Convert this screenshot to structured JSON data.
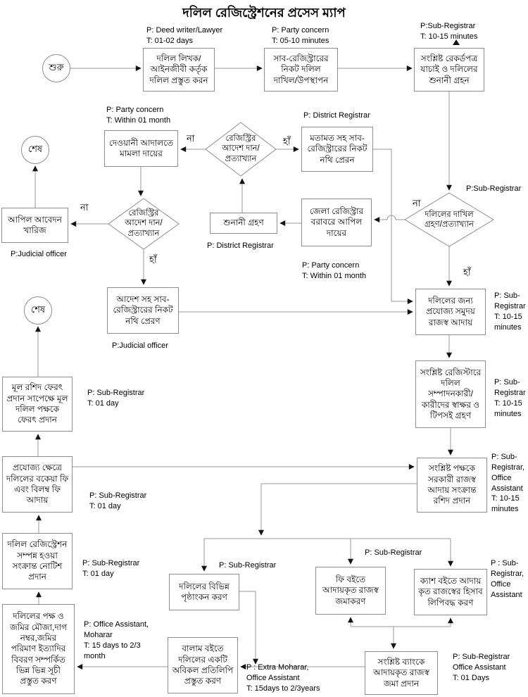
{
  "title": "দলিল রেজিস্ট্রেশনের প্রসেস ম্যাপ",
  "colors": {
    "line": "#9a9a9a",
    "arrow": "#151515",
    "text": "#000000",
    "background": "#ffffff"
  },
  "labels": {
    "yes": "হাঁ",
    "no": "না"
  },
  "nodes": {
    "start": {
      "label": "শুরু"
    },
    "end_top": {
      "label": "শেষ"
    },
    "end_mid": {
      "label": "শেষ"
    },
    "prepare_deed": {
      "label": "দলিল লিখক/\nআইনজীবী কর্তৃক\nদলিল প্রস্তুত করন"
    },
    "submit_deed": {
      "label": "সাব-রেজিস্ট্রারের\nনিকট দলিল\nদাখিল/উপস্থাপন"
    },
    "verify_records": {
      "label": "সংশ্লিষ্ট রেকর্ডপত্র\nযাচাই ও দলিলের\nশুনানী গ্রহন"
    },
    "civil_case": {
      "label": "দেওয়ানী আদালতে\nমামলা দায়ের"
    },
    "registry_order_1": {
      "label": "রেজিস্ট্রির\nআদেশ দান/\nপ্রত্যাখ্যান"
    },
    "send_with_opinion": {
      "label": "মতামত সহ সাব-\nরেজিস্ট্রারের নিকট\nনথি প্রেরন"
    },
    "accept_reject": {
      "label": "দলিলের দাখিল\nগ্রহণ/প্রত্যাখ্যান"
    },
    "appeal_dismissed": {
      "label": "আপিল আবেদন\nখারিজ"
    },
    "registry_order_2": {
      "label": "রেজিস্ট্রির\nআদেশ দান/\nপ্রত্যাখ্যান"
    },
    "hearing": {
      "label": "শুনানী গ্রহণ"
    },
    "appeal_district": {
      "label": "জেলা রেজিস্ট্রার\nবরাবরে আপিল\nদায়ের"
    },
    "send_with_order": {
      "label": "আদেশ সহ সাব-\nরেজিস্ট্রারের নিকট\nনথি প্রেরণ"
    },
    "collect_revenue": {
      "label": "দলিলের জন্য\nপ্রযোজ্য সমুদয়\nরাজস্ব আদায়"
    },
    "signatures": {
      "label": "সংশ্লিষ্ট রেজিস্টারে\nদলিল\nসম্পাদনকারী/\nকারীদের স্বাক্ষর ও\nটিপসই গ্রহণ"
    },
    "return_deed": {
      "label": "মূল রশিদ ফেরৎ\nপ্রদান সাপেক্ষে মূল\nদলিল পক্ষকে\nফেরৎ প্রদান"
    },
    "overdue_fees": {
      "label": "প্রযোজ্য ক্ষেত্রে\nদলিলের বকেয়া ফি\nএবং বিলম্ব ফি\nআদায়"
    },
    "give_receipt": {
      "label": "সংশ্লিষ্ট পক্ষকে\nসরকারী রাজস্ব\nআদায় সংক্রান্ত\nরশিদ প্রদান"
    },
    "completion_notice": {
      "label": "দলিল রেজিস্ট্রেশন\nসম্পন্ন হওয়া\nসংক্রান্ত নোটিশ\nপ্রদান"
    },
    "endorsement": {
      "label": "দলিলের বিভিন্ন\nপৃষ্ঠাংকন করণ"
    },
    "fee_book": {
      "label": "ফি বইতে\nআদায়কৃত রাজস্ব\nজমাকরণ"
    },
    "cash_book": {
      "label": "ক্যাশ বইতে আদায়\nকৃত রাজস্বের হিসাব\nলিপিবদ্ধ করণ"
    },
    "indexes": {
      "label": "দলিলের পক্ষ ও\nজমির মৌজা,দাগ\nনম্বর,জমির\nপরিমাণ ইত্যাদির\nবিবরণ সম্পর্কিত\nভিন্ন ভিন্ন সূচী\nপ্রস্তুত করণ"
    },
    "balam_copy": {
      "label": "বালাম বইতে\nদলিলের একটি\nঅবিকল প্রতিলিপি\nপ্রস্তুত করণ"
    },
    "bank_deposit": {
      "label": "সংশ্লিষ্ট ব্যাংকে\nআদায়কৃত রাজস্ব\nজমা প্রদান"
    }
  },
  "annotations": {
    "deed_writer": "P: Deed writer/Lawyer\nT: 01-02 days",
    "party_concern_top": "P: Party concern\nT: 05-10 minutes",
    "subregistrar_top": "P:Sub-Registrar\nT: 10-15 minutes",
    "party_concern_left": "P: Party concern\nT: Within 01 month",
    "district_registrar_top": "P: District Registrar",
    "subregistrar_mid": "P:Sub-Registrar",
    "district_registrar_low": "P: District Registrar",
    "party_concern_mid": "P: Party concern\nT: Within 01 month",
    "judicial_officer_1": "P:Judicial officer",
    "judicial_officer_2": "P:Judicial officer",
    "subregistrar_1015_a": "P: Sub-\nRegistrar\nT: 10-15\nminutes",
    "subregistrar_1015_b": "P: Sub-\nRegistrar\nT: 10-15\nminutes",
    "subregistrar_01day_a": "P: Sub-Registrar\nT: 01 day",
    "subregistrar_01day_b": "P: Sub-Registrar\nT: 01 day",
    "subregistrar_01day_c": "P: Sub-Registrar\nT: 01 day",
    "subreg_office_1015": "P: Sub-\nRegistrar,\nOffice\nAssistant\nT: 10-15\nminutes",
    "subregistrar_endorse": "P: Sub-Registrar",
    "subregistrar_feebook": "P: Sub-Registrar",
    "subreg_office_cash": "P : Sub-\nRegistrar,\nOffice\nAssistant",
    "office_assistant_moharar": "P: Office Assistant,\nMoharar\nT: 15 days to 2/3\nmonth",
    "extra_moharar": "P : Extra Moharar,\nOffice Assistant\nT: 15days to 2/3years",
    "subreg_office_bank": "P: Sub-Registrar\nOffice Assistant\nT: 01 Days"
  }
}
